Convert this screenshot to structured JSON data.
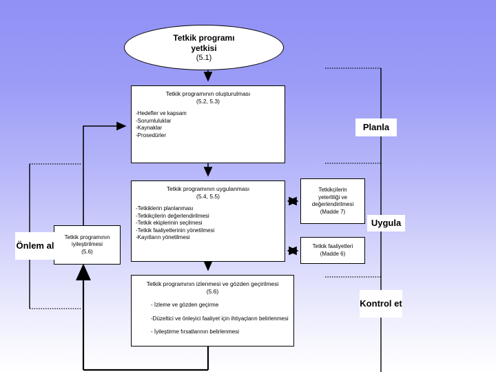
{
  "diagram": {
    "title_node": {
      "line1": "Tetkik programı",
      "line2": "yetkisi",
      "clause": "(5.1)"
    },
    "establish": {
      "title": "Tetkik programının oluşturulması",
      "clause": "(5.2, 5.3)",
      "items": [
        "-Hedefler ve kapsam",
        "-Sorumluluklar",
        "-Kaynaklar",
        "-Prosedürler"
      ]
    },
    "implement": {
      "title": "Tetkik programının uygulanması",
      "clause": "(5.4, 5.5)",
      "items": [
        "-Tetkiklerin planlanması",
        "-Tetkikçilerin değerlendirilmesi",
        "-Tetkik ekiplerinin seçilmesi",
        "-Tetkik faaliyetlerinin yönetilmesi",
        "-Kayıtların yönetilmesi"
      ]
    },
    "monitor": {
      "title": "Tetkik programının izlenmesi ve gözden geçirilmesi",
      "clause": "(5.6)",
      "items": [
        "- İzleme ve gözden geçirme",
        "-Düzeltici ve önleyici faaliyet için ihtiyaçların belirlenmesi",
        "- İyileştirme fırsatlarının belirlenmesi"
      ]
    },
    "improve": {
      "line1": "Tetkik programının",
      "line2": "iyileştirilmesi",
      "clause": "(5.6)"
    },
    "competence": {
      "line1": "Tetkikçilerin",
      "line2": "yeterliliği ve",
      "line3": "değerlendirilmesi",
      "clause": "(Madde 7)"
    },
    "activities": {
      "line1": "Tetkik faaliyetleri",
      "clause": "(Madde 6)"
    },
    "pdca": {
      "plan": "Planla",
      "do": "Uygula",
      "check": "Kontrol et",
      "act": "Önlem al"
    },
    "colors": {
      "background_top": "#9090f5",
      "background_bottom": "#ffffff",
      "node_fill": "#ffffff",
      "line": "#000000"
    }
  }
}
